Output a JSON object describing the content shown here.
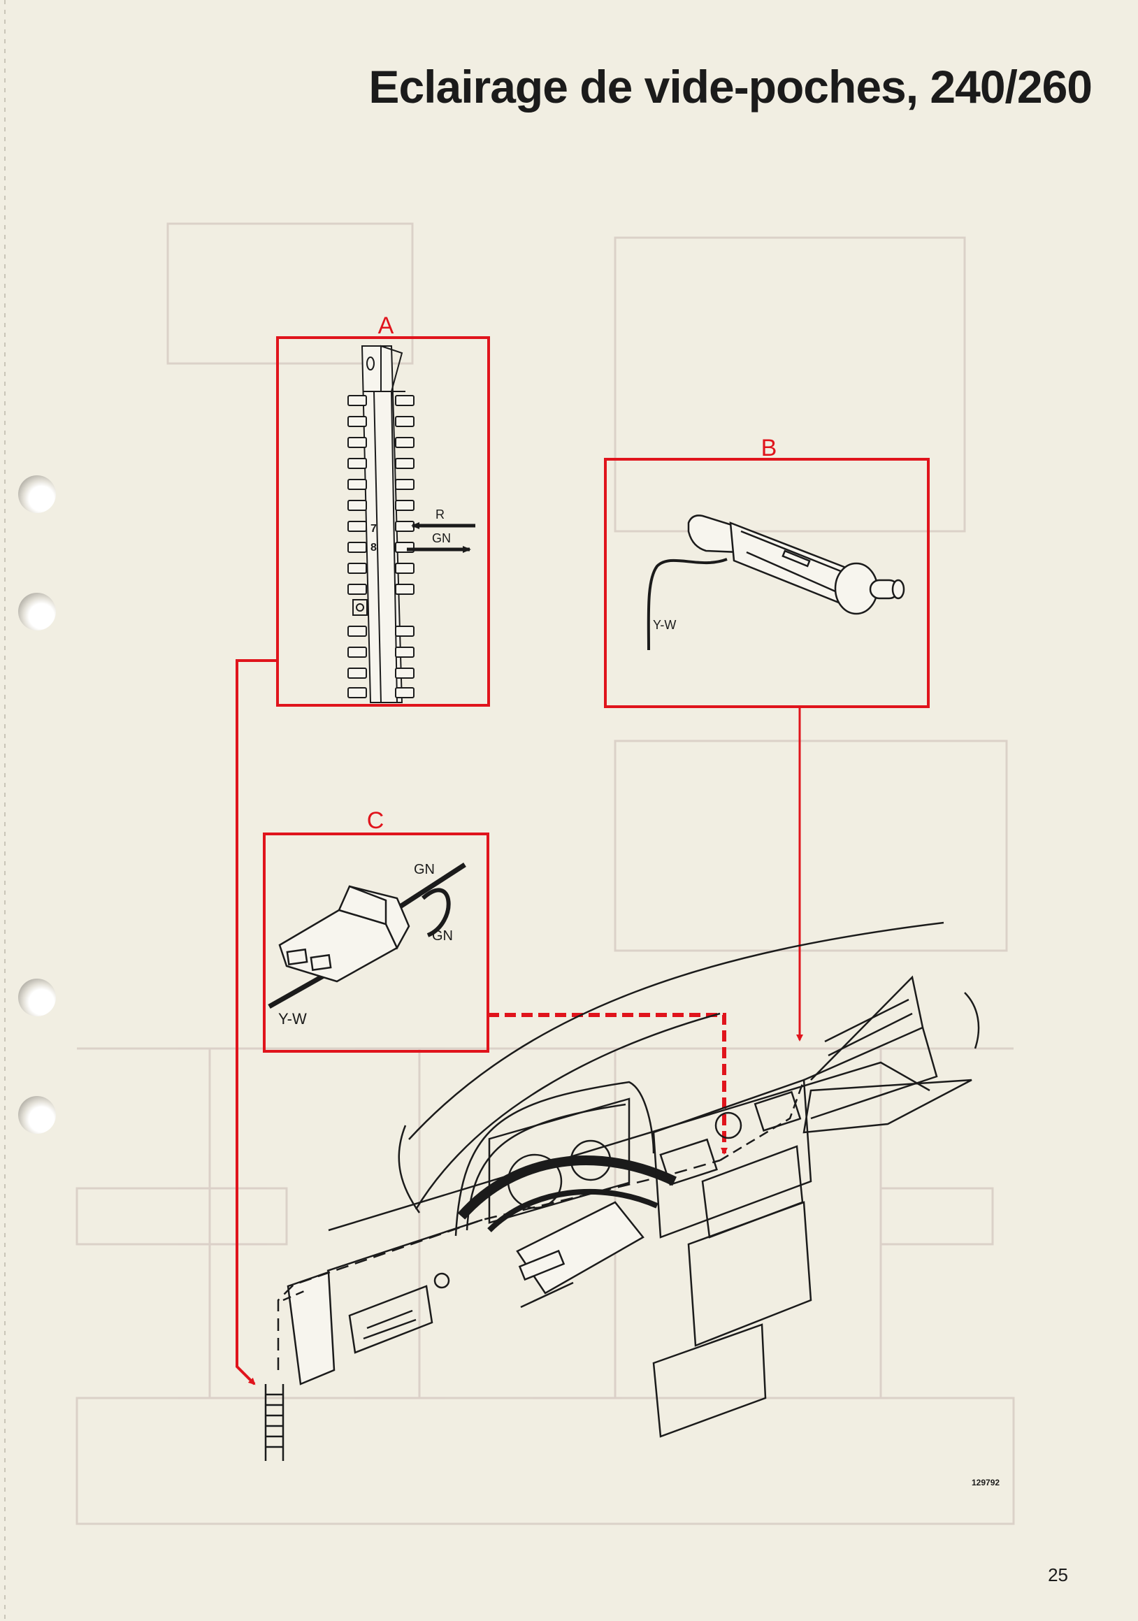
{
  "title": "Eclairage de vide-poches, 240/260",
  "page_number": "25",
  "figure_ref": "129792",
  "colors": {
    "ink": "#1b1b1b",
    "callout": "#e0141c",
    "paper": "#f1eee2"
  },
  "callouts": {
    "a": {
      "label": "A",
      "terminal_top": "7",
      "terminal_bottom": "8",
      "wire_top": "R",
      "wire_bottom": "GN"
    },
    "b": {
      "label": "B",
      "wire": "Y-W"
    },
    "c": {
      "label": "C",
      "wire_top": "GN",
      "wire_mid": "GN",
      "wire_bottom": "Y-W"
    }
  }
}
